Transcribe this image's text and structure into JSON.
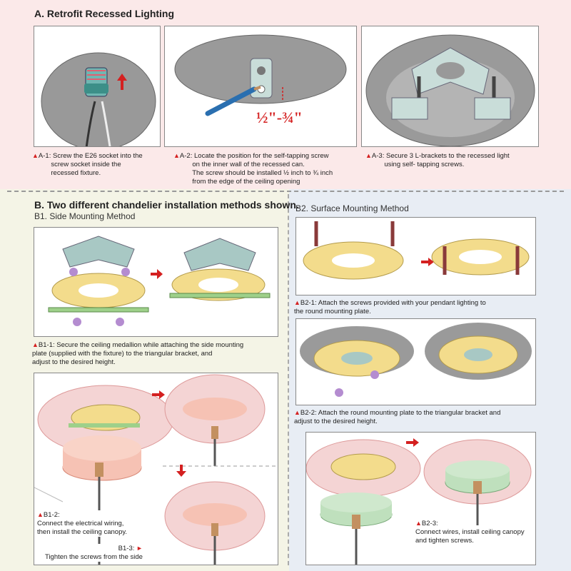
{
  "section_a": {
    "title": "A. Retrofit Recessed Lighting",
    "captions": [
      {
        "id": "A-1:",
        "text": "Screw the E26 socket into the\n          screw socket inside the\n          recessed fixture."
      },
      {
        "id": "A-2:",
        "text": "Locate the position for the self-tapping screw\n          on the inner wall of the recessed can.\n          The screw should be installed ½ inch to ¾ inch\n          from the edge of the ceiling opening"
      },
      {
        "id": "A-3:",
        "text": "Secure 3 L-brackets to the recessed light\n          using self- tapping screws."
      }
    ],
    "measurement": "½\"-¾\""
  },
  "section_b": {
    "title": "B. Two different chandelier installation methods shown.",
    "b1": {
      "subtitle": "B1. Side Mounting Method",
      "caption1_id": "B1-1:",
      "caption1": "Secure the ceiling medallion while attaching the side mounting\nplate (supplied with the fixture) to the triangular bracket, and\nadjust to the desired height.",
      "caption2_id": "B1-2:",
      "caption2": "Connect the electrical wiring,\nthen install the ceiling canopy.",
      "caption3_id": "B1-3:",
      "caption3": "Tighten the screws from the side"
    },
    "b2": {
      "subtitle": "B2. Surface Mounting Method",
      "caption1_id": "B2-1:",
      "caption1": "Attach the screws provided with your pendant lighting to\nthe round mounting plate.",
      "caption2_id": "B2-2:",
      "caption2": "Attach the round mounting plate to the triangular bracket and\nadjust to the desired height.",
      "caption3_id": "B2-3:",
      "caption3": "Connect wires, install ceiling canopy\nand tighten screws."
    }
  },
  "colors": {
    "arrow": "#d42020",
    "ceiling": "#9a9a9a",
    "bracket": "#a8c8c4",
    "plate": "#f3dc8c",
    "wingnut": "#b48cd0",
    "side_plate": "#9ed08a",
    "canopy_pink": "#f6c2b4",
    "canopy_green": "#bfe0bd",
    "screw": "#8a3a3a"
  }
}
